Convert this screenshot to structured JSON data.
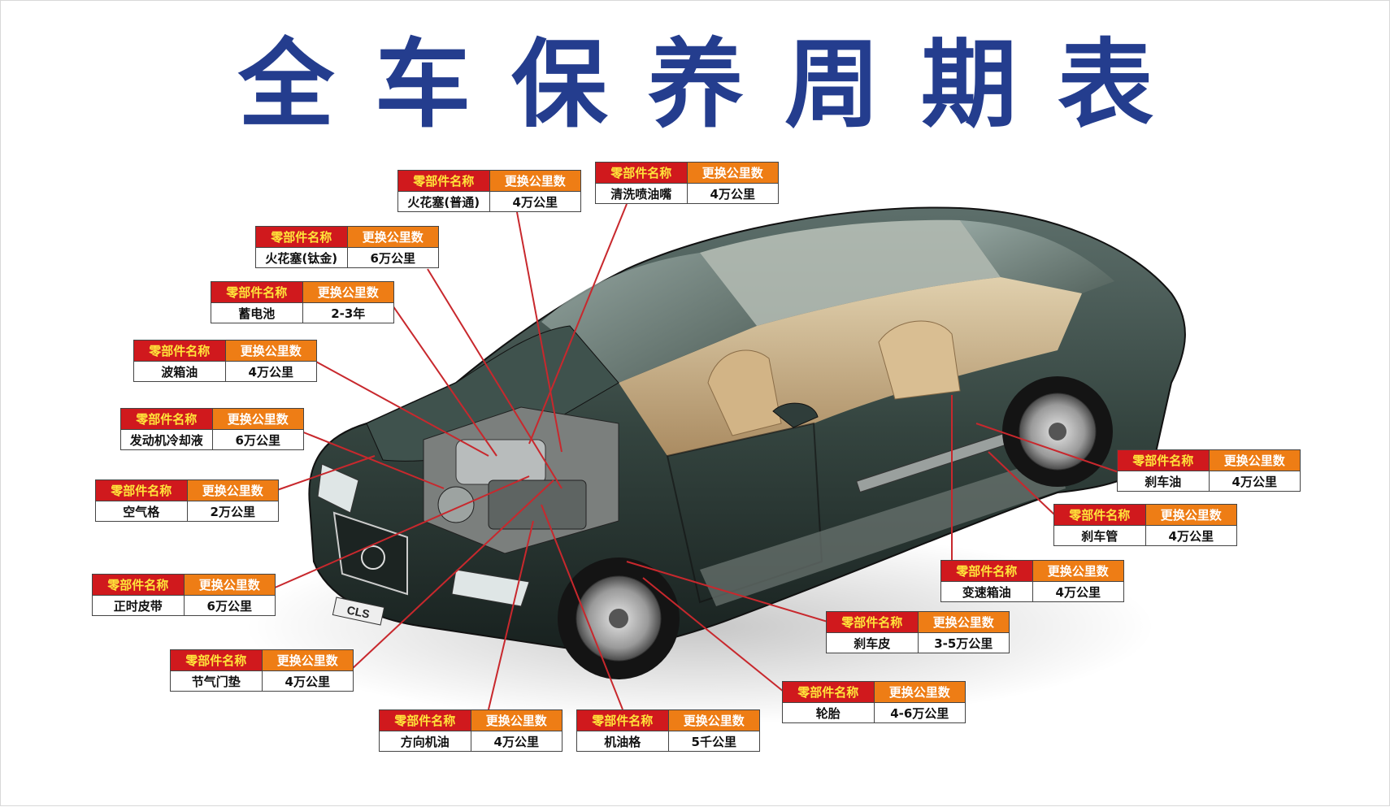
{
  "title": "全车保养周期表",
  "header": {
    "name_label": "零部件名称",
    "mileage_label": "更换公里数"
  },
  "colors": {
    "title": "#243d8e",
    "name_header_bg": "#d0191d",
    "name_header_text": "#ffe43a",
    "mileage_header_bg": "#ee7d15",
    "leader_line": "#c8282d",
    "car_body": "#2d3d3a"
  },
  "parts": [
    {
      "id": "spark-plug-normal",
      "name": "火花塞(普通)",
      "mileage": "4万公里"
    },
    {
      "id": "injector-cleaning",
      "name": "清洗喷油嘴",
      "mileage": "4万公里"
    },
    {
      "id": "spark-plug-titanium",
      "name": "火花塞(钛金)",
      "mileage": "6万公里"
    },
    {
      "id": "battery",
      "name": "蓄电池",
      "mileage": "2-3年"
    },
    {
      "id": "gearbox-oil",
      "name": "波箱油",
      "mileage": "4万公里"
    },
    {
      "id": "coolant",
      "name": "发动机冷却液",
      "mileage": "6万公里"
    },
    {
      "id": "air-filter",
      "name": "空气格",
      "mileage": "2万公里"
    },
    {
      "id": "timing-belt",
      "name": "正时皮带",
      "mileage": "6万公里"
    },
    {
      "id": "throttle-gasket",
      "name": "节气门垫",
      "mileage": "4万公里"
    },
    {
      "id": "steering-oil",
      "name": "方向机油",
      "mileage": "4万公里"
    },
    {
      "id": "oil-filter",
      "name": "机油格",
      "mileage": "5千公里"
    },
    {
      "id": "tire",
      "name": "轮胎",
      "mileage": "4-6万公里"
    },
    {
      "id": "brake-pad",
      "name": "刹车皮",
      "mileage": "3-5万公里"
    },
    {
      "id": "transmission-oil",
      "name": "变速箱油",
      "mileage": "4万公里"
    },
    {
      "id": "brake-line",
      "name": "刹车管",
      "mileage": "4万公里"
    },
    {
      "id": "brake-fluid",
      "name": "刹车油",
      "mileage": "4万公里"
    }
  ],
  "car_badge": "CLS"
}
